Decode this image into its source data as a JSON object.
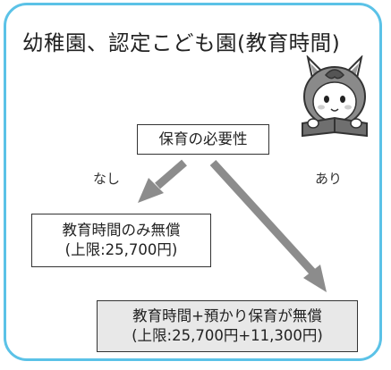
{
  "title": "幼稚園、認定こども園(教育時間)",
  "nodes": {
    "need": "保育の必要性",
    "free_education": {
      "line1": "教育時間のみ無償",
      "line2": "(上限:25,700円)"
    },
    "free_all": {
      "line1": "教育時間+預かり保育が無償",
      "line2": "(上限:25,700円+11,300円)"
    }
  },
  "branches": {
    "no": "なし",
    "yes": "あり"
  },
  "colors": {
    "frame": "#5bc2e7",
    "arrow": "#8c8c8c",
    "highlight_box": "#e8e8e8"
  },
  "icons": {
    "mascot": "mascot-reading-book-icon"
  }
}
